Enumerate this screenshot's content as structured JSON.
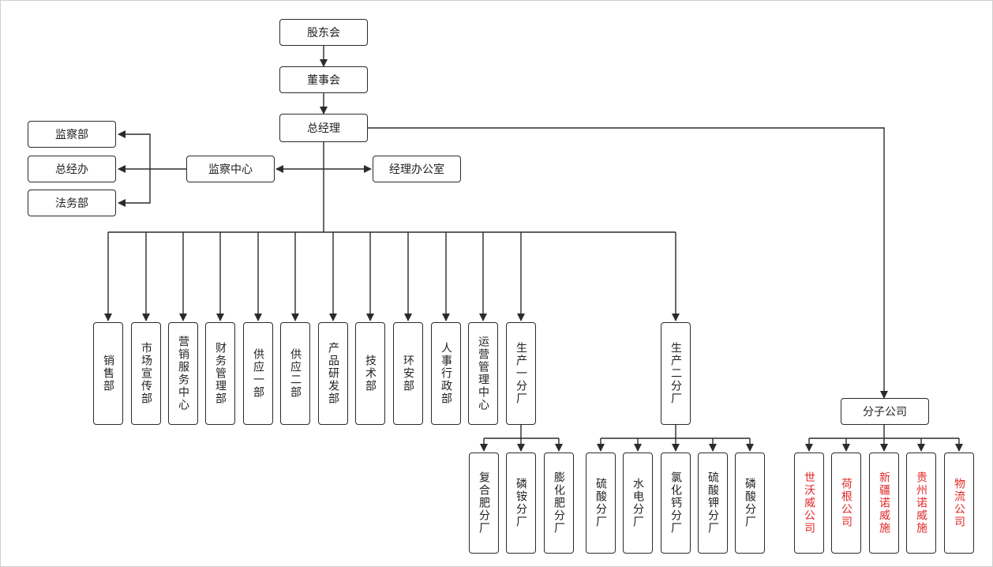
{
  "colors": {
    "line": "#2b2b2b",
    "red_text": "#e02828"
  },
  "top": {
    "shareholders": "股东会",
    "board": "董事会",
    "gm": "总经理"
  },
  "supervision": {
    "center": "监察中心",
    "dept": "监察部",
    "general_office": "总经办",
    "legal": "法务部"
  },
  "gm_office": "经理办公室",
  "departments": [
    "销售部",
    "市场宣传部",
    "营销服务中心",
    "财务管理部",
    "供应一部",
    "供应二部",
    "产品研发部",
    "技术部",
    "环安部",
    "人事行政部",
    "运营管理中心",
    "生产一分厂"
  ],
  "plant2": "生产二分厂",
  "plant1_subs": [
    "复合肥分厂",
    "磷铵分厂",
    "膨化肥分厂"
  ],
  "plant2_subs": [
    "硫酸分厂",
    "水电分厂",
    "氯化钙分厂",
    "硫酸钾分厂",
    "磷酸分厂"
  ],
  "subsidiary": "分子公司",
  "subsidiary_items": [
    "世沃威公司",
    "荷根公司",
    "新疆诺威施",
    "贵州诺威施",
    "物流公司"
  ]
}
